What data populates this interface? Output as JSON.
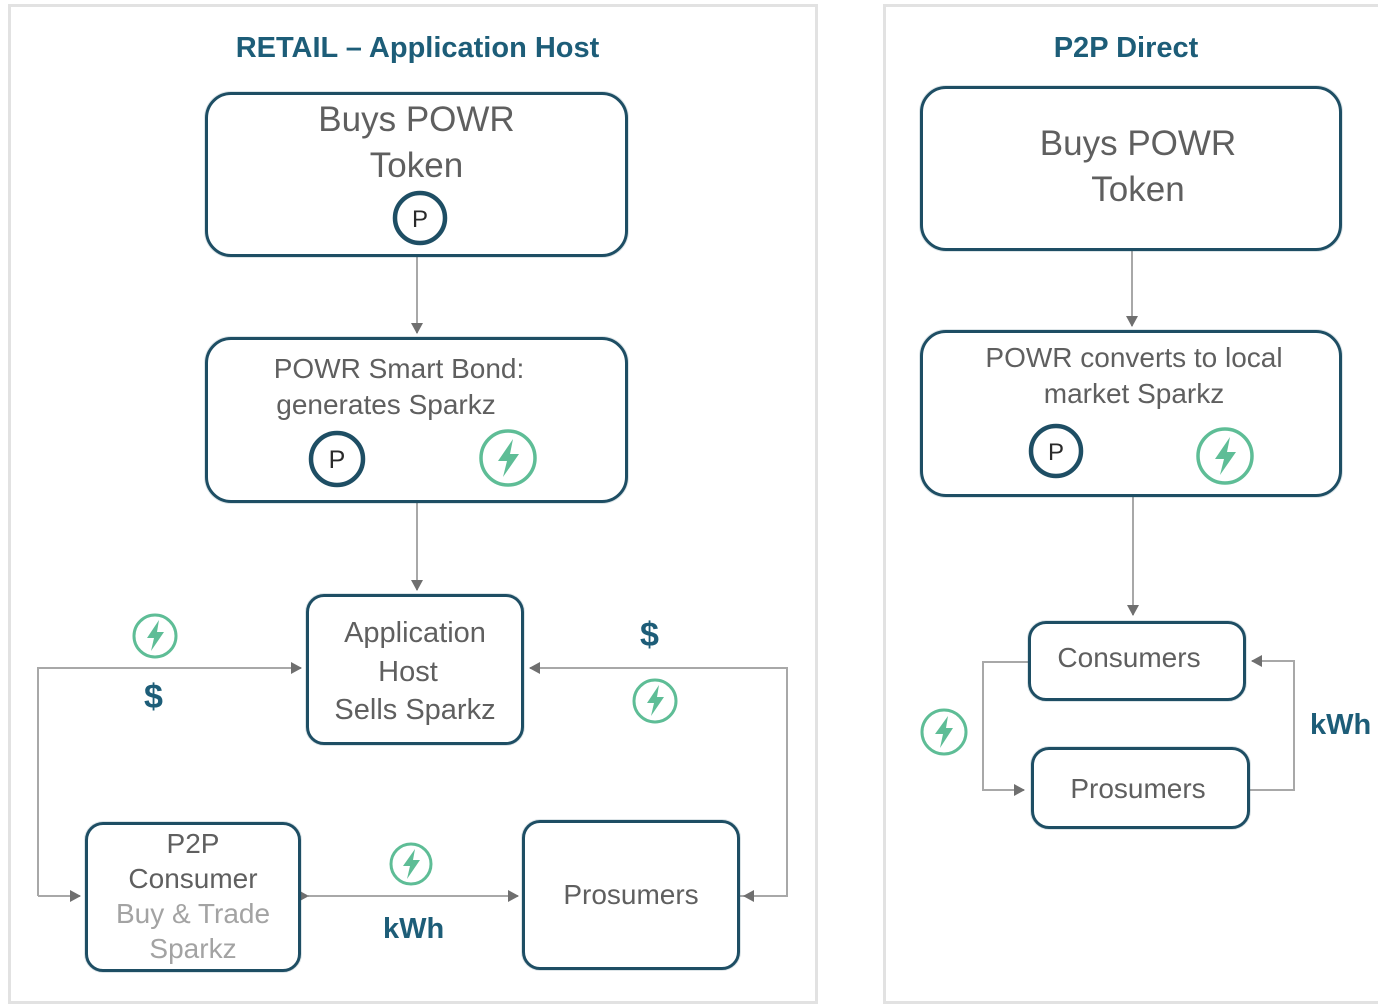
{
  "retail": {
    "title": "RETAIL – Application Host",
    "buy_box": {
      "line1": "Buys POWR",
      "line2": "Token",
      "icon_letter": "P"
    },
    "bond_box": {
      "line1": "POWR Smart Bond:",
      "line2": "generates Sparkz",
      "icon_letter": "P"
    },
    "host_box": {
      "line1": "Application",
      "line2": "Host",
      "line3": "Sells Sparkz"
    },
    "consumer_box": {
      "line1": "P2P",
      "line2": "Consumer",
      "line3": "Buy & Trade",
      "line4": "Sparkz"
    },
    "prosumer_box": {
      "label": "Prosumers"
    },
    "left_dollar": "$",
    "right_dollar": "$",
    "kwh": "kWh"
  },
  "p2p": {
    "title": "P2P Direct",
    "buy_box": {
      "line1": "Buys POWR",
      "line2": "Token"
    },
    "convert_box": {
      "line1": "POWR converts to local",
      "line2": "market Sparkz",
      "icon_letter": "P"
    },
    "consumers_box": {
      "label": "Consumers"
    },
    "prosumers_box": {
      "label": "Prosumers"
    },
    "kwh": "kWh"
  },
  "icons": {
    "token": "powr-token-icon",
    "spark": "spark-lightning-icon",
    "arrow": "arrow-right-icon"
  },
  "colors": {
    "dark_teal": "#1e4e64",
    "title_blue": "#1d5d78",
    "spark_green": "#5ebd96",
    "connector_gray": "#a8a8a8",
    "panel_border": "#e2e2e2"
  }
}
